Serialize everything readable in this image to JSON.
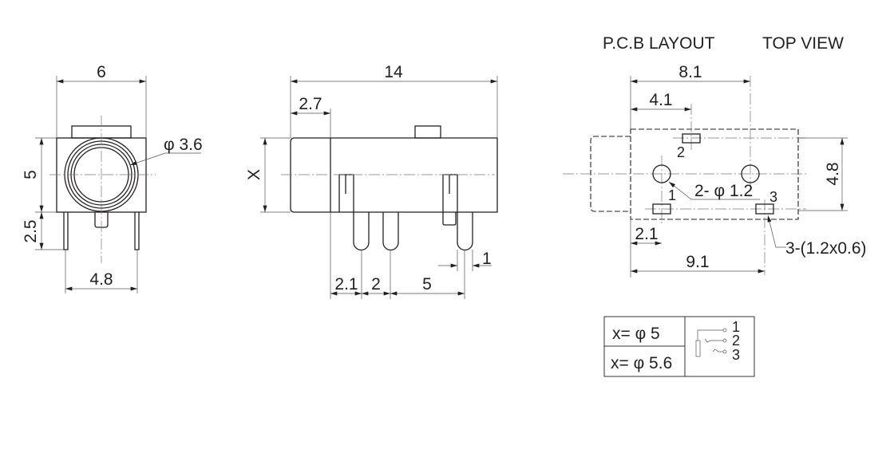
{
  "front_view": {
    "width_dim": "6",
    "height_dim": "5",
    "pin_length_dim": "2.5",
    "pin_spacing_dim": "4.8",
    "hole_dia_dim": "φ 3.6"
  },
  "side_view": {
    "length_dim": "14",
    "front_dim": "2.7",
    "x_dim": "X",
    "pin_offset_dim": "2.1",
    "pin_pitch_dim": "2",
    "pin_span_dim": "5",
    "pin_width_dim": "1"
  },
  "pcb_layout": {
    "title": "P.C.B LAYOUT",
    "view_label": "TOP VIEW",
    "hole_spacing_dim": "8.1",
    "pad2_offset_dim": "4.1",
    "height_dim": "4.8",
    "hole_offset_dim": "2.1",
    "pad3_offset_dim": "9.1",
    "hole_note": "2- φ 1.2",
    "pad_note": "3-(1.2x0.6)",
    "pad_labels": [
      "1",
      "2",
      "3"
    ]
  },
  "variant_table": {
    "rows": [
      "x= φ 5",
      "x= φ 5.6"
    ],
    "schematic_pins": [
      "1",
      "2",
      "3"
    ]
  }
}
